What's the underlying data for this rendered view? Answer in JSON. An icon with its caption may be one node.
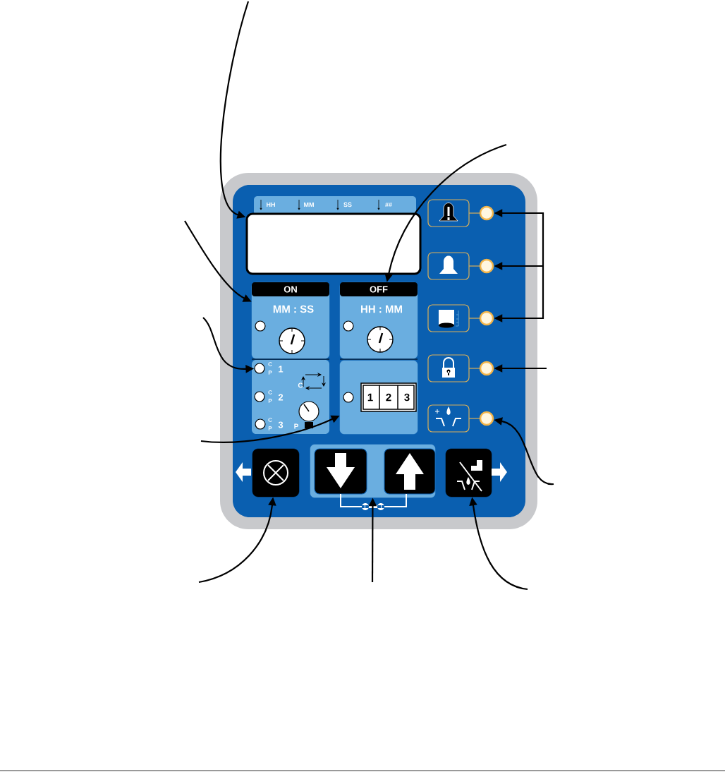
{
  "diagram": {
    "nodes": [
      {
        "text": [],
        "shape": "box"
      },
      {
        "text": [
          "ON",
          "MM : SS"
        ]
      },
      {
        "text": [
          "OFF",
          "HH : MM"
        ]
      },
      {
        "text": [],
        "shape": "circle"
      },
      {
        "text": [],
        "shape": "box"
      },
      {
        "text": [],
        "shape": "circle"
      },
      {
        "text": [],
        "shape": "circle"
      },
      {
        "text": [],
        "shape": "circle"
      },
      {
        "text": [],
        "shape": "circle"
      },
      {
        "text": [],
        "shape": "circle"
      },
      {
        "text": [],
        "shape": "box"
      },
      {
        "text": [],
        "shape": "box"
      },
      {
        "text": [],
        "shape": "box"
      },
      {
        "text": [],
        "shape": "circle",
        "in": 1
      },
      {
        "text": [],
        "shape": "circle",
        "in": 2
      },
      {
        "text": [],
        "shape": "circle"
      },
      {
        "text": [],
        "shape": "circle"
      },
      {
        "text": [],
        "shape": "circle",
        "in": 4
      }
    ],
    "edges": [
      {
        "from": null,
        "to": 0,
        "arrow": "to"
      },
      {
        "from": null,
        "to": 1,
        "arrow": "to"
      },
      {
        "from": null,
        "to": 2,
        "arrow": "to"
      },
      {
        "from": null,
        "to": 3,
        "arrow": "to"
      },
      {
        "from": null,
        "to": 4,
        "arrow": "to"
      },
      {
        "from": null,
        "to": 5,
        "arrow": "to"
      },
      {
        "from": null,
        "to": 6,
        "arrow": "to"
      },
      {
        "from": null,
        "to": 7,
        "arrow": "to"
      },
      {
        "from": null,
        "to": 8,
        "arrow": "to"
      },
      {
        "from": null,
        "to": 9,
        "arrow": "to"
      },
      {
        "from": null,
        "to": 10,
        "arrow": "to"
      },
      {
        "from": null,
        "to": 11,
        "arrow": "to"
      },
      {
        "from": null,
        "to": 12,
        "arrow": "to"
      }
    ],
    "labels": [
      "HH",
      "MM",
      "SS",
      "##",
      "C",
      "P",
      "1",
      "C",
      "C",
      "P",
      "2",
      "C",
      "P",
      "3",
      "P",
      "1",
      "2",
      "3"
    ]
  }
}
